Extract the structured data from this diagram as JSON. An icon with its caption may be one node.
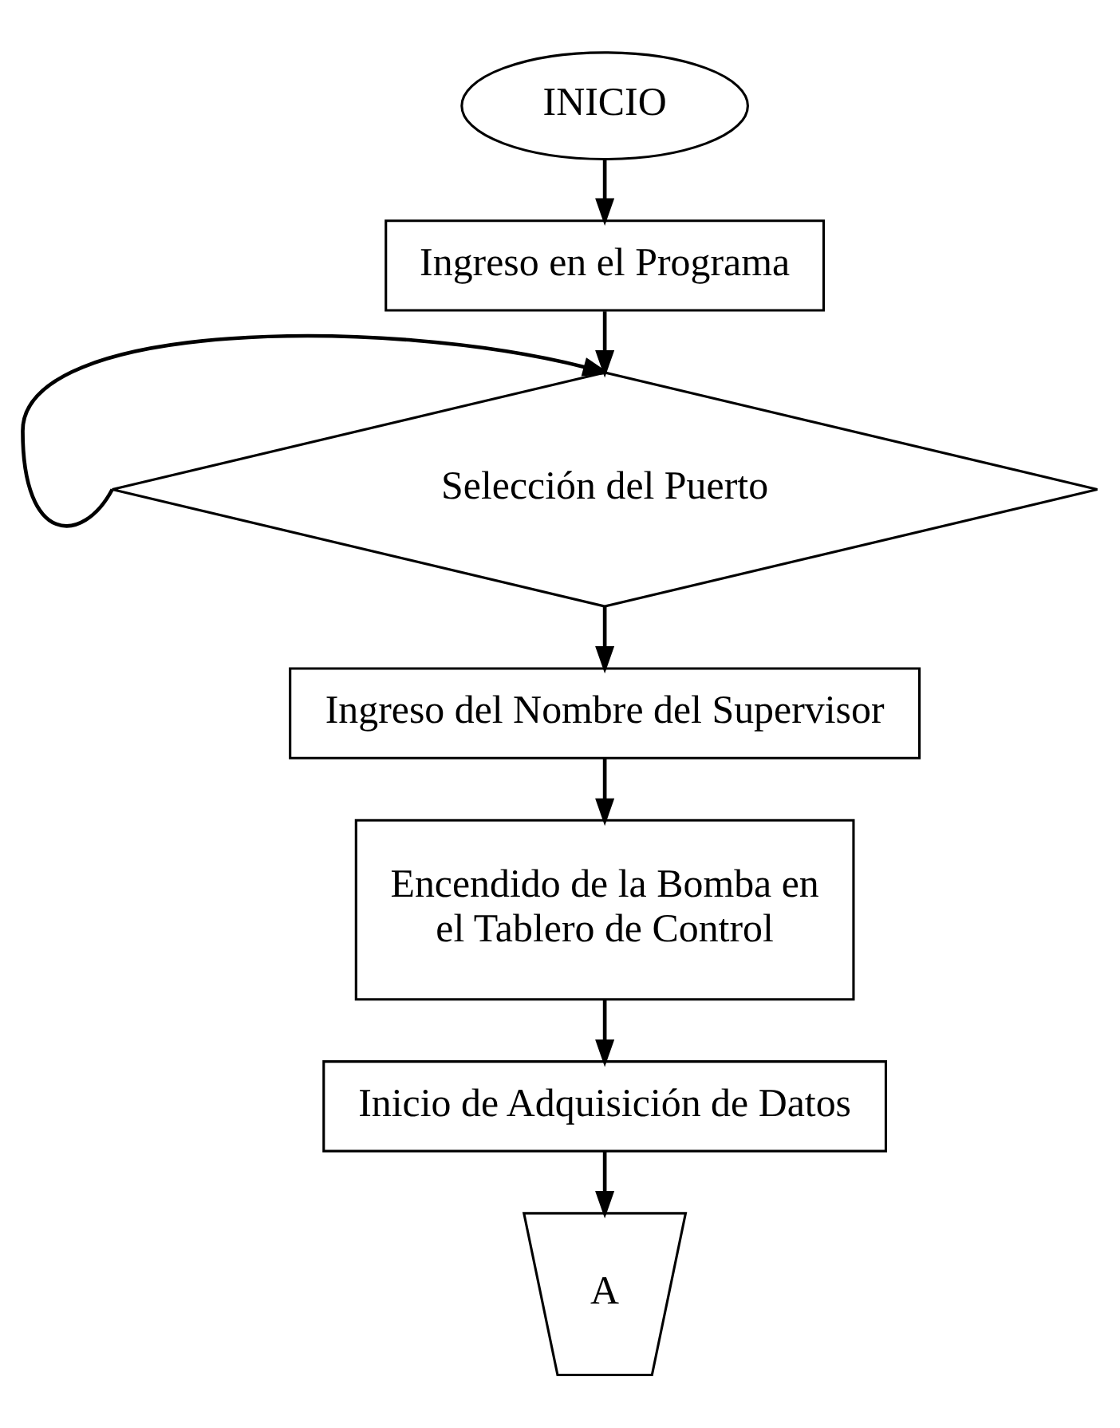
{
  "diagram": {
    "nodes": [
      {
        "text": [
          "INICIO"
        ]
      },
      {
        "text": [
          "Ingreso en el Programa"
        ]
      },
      {
        "text": [
          "Selección del Puerto"
        ]
      },
      {
        "text": [
          "Ingreso del Nombre del Supervisor"
        ]
      },
      {
        "text": [
          "Encendido de la Bomba en el Tablero de Control"
        ]
      },
      {
        "text": [
          "Inicio de Adquisición de Datos"
        ]
      },
      {
        "text": [
          "A"
        ]
      }
    ],
    "edges": [
      {
        "from": 0,
        "to": 1,
        "arrow": "to"
      },
      {
        "from": 1,
        "to": 2,
        "arrow": "to"
      },
      {
        "from": 2,
        "to": 2,
        "arrow": "to"
      },
      {
        "from": 2,
        "to": 3,
        "arrow": "to"
      },
      {
        "from": 3,
        "to": 4,
        "arrow": "to"
      },
      {
        "from": 4,
        "to": 5,
        "arrow": "to"
      },
      {
        "from": 5,
        "to": 6,
        "arrow": "to"
      }
    ]
  }
}
